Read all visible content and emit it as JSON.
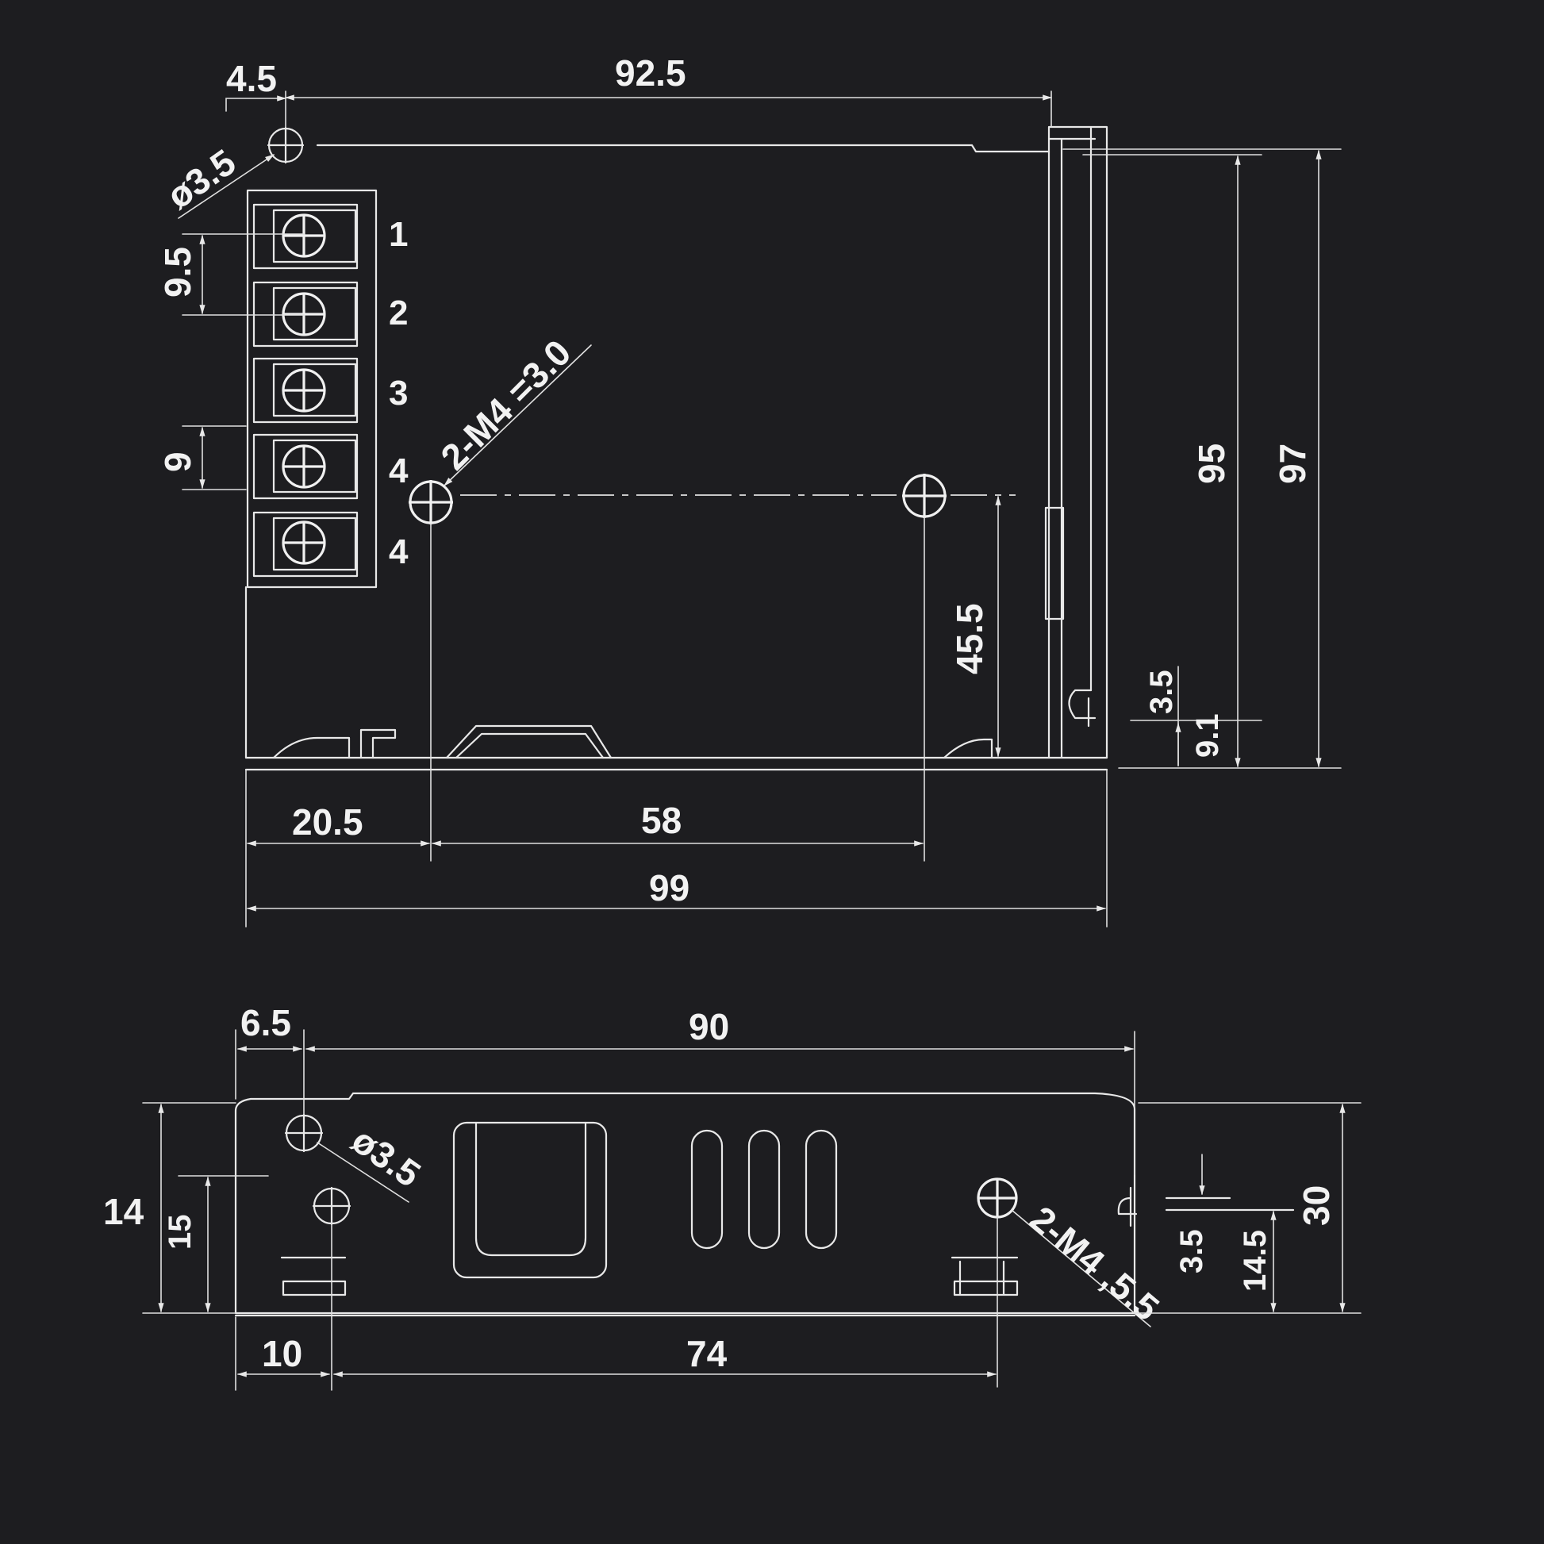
{
  "top_view": {
    "dims": {
      "offset_left": "4.5",
      "hole_span_top": "92.5",
      "hole_dia": "ø3.5",
      "pin_pitch": "9.5",
      "pin_gap": "9",
      "screw_spec": "2-M4 =3.0",
      "screw_height": "45.5",
      "height_95": "95",
      "height_97": "97",
      "bottom_3_5": "3.5",
      "bottom_1": "9.1",
      "left_offset": "20.5",
      "hole_span": "58",
      "overall_width": "99"
    },
    "terminal_labels": [
      "1",
      "2",
      "3",
      "4",
      "4"
    ]
  },
  "side_view": {
    "dims": {
      "offset_left": "6.5",
      "overall_top": "90",
      "hole_dia": "ø3.5",
      "height_14": "14",
      "height_15": "15",
      "screw_spec": "2-M4 ,5.5",
      "right_3_5": "3.5",
      "right_14_5": "14.5",
      "height_30": "30",
      "bottom_left": "10",
      "bottom_span": "74"
    }
  }
}
